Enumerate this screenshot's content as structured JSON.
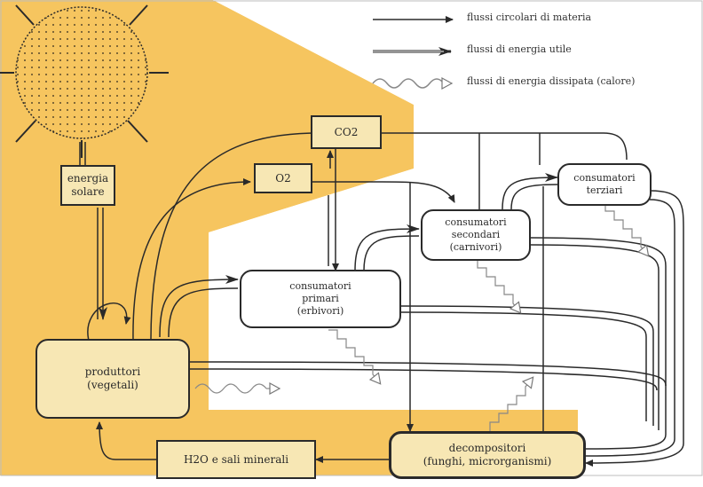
{
  "legend": {
    "items": [
      {
        "label": "flussi circolari di materia",
        "style": "line"
      },
      {
        "label": "flussi di energia utile",
        "style": "double"
      },
      {
        "label": "flussi di energia dissipata (calore)",
        "style": "wave"
      }
    ]
  },
  "nodes": {
    "energia_solare": [
      "energia",
      "solare"
    ],
    "co2": [
      "CO2"
    ],
    "o2": [
      "O2"
    ],
    "consumatori_terziari": [
      "consumatori",
      "terziari"
    ],
    "consumatori_secondari": [
      "consumatori",
      "secondari",
      "(carnivori)"
    ],
    "consumatori_primari": [
      "consumatori",
      "primari",
      "(erbivori)"
    ],
    "produttori": [
      "produttori",
      "(vegetali)"
    ],
    "h2o_sali": [
      "H2O e sali minerali"
    ],
    "decompositori": [
      "decompositori",
      "(funghi, microrganismi)"
    ]
  },
  "colors": {
    "background_yellow": "#f6c55f",
    "white_region": "#ffffff",
    "ink": "#2a2a2a"
  }
}
